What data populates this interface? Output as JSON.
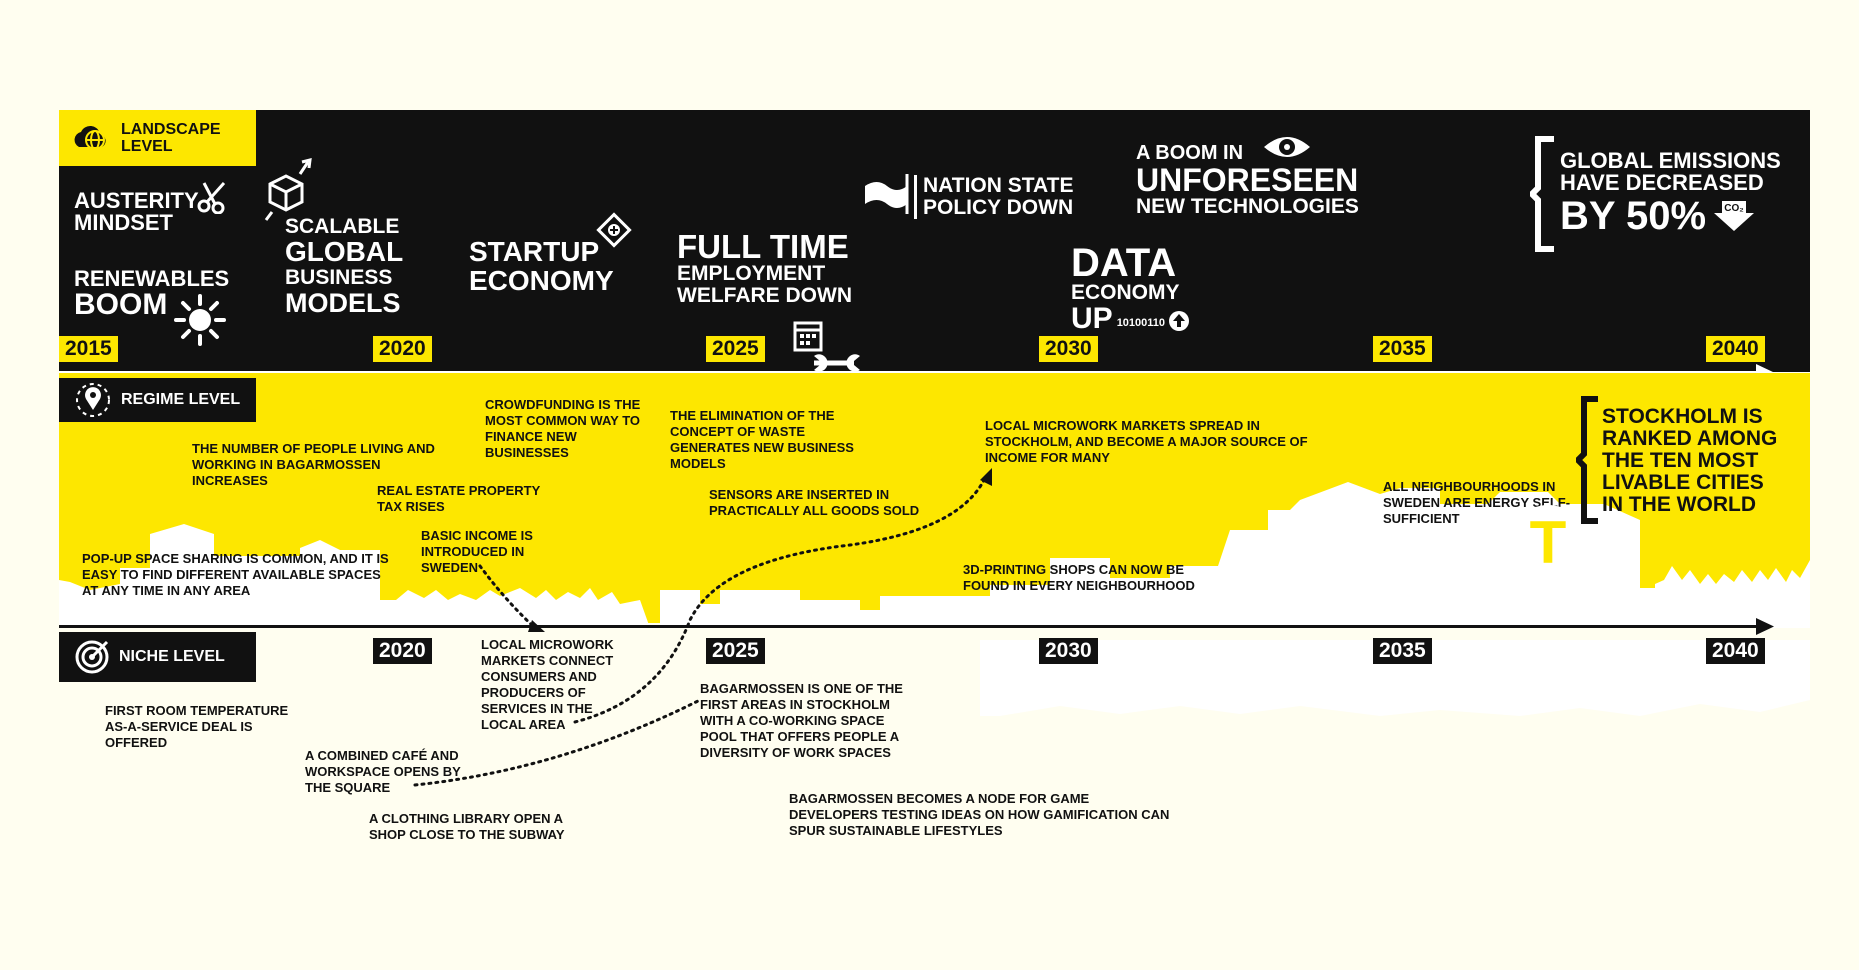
{
  "landscape": {
    "label_line1": "LANDSCAPE",
    "label_line2": "LEVEL",
    "events": {
      "austerity_l1": "AUSTERITY",
      "austerity_l2": "MINDSET",
      "renewables_l1": "RENEWABLES",
      "renewables_l2": "BOOM",
      "scalable_l1": "SCALABLE",
      "scalable_l2": "GLOBAL",
      "scalable_l3": "BUSINESS",
      "scalable_l4": "MODELS",
      "startup_l1": "STARTUP",
      "startup_l2": "ECONOMY",
      "fulltime_l1": "FULL TIME",
      "fulltime_l2": "EMPLOYMENT",
      "fulltime_l3": "WELFARE DOWN",
      "nation_l1": "NATION STATE",
      "nation_l2": "POLICY DOWN",
      "boom_l1": "A BOOM IN",
      "boom_l2": "UNFORESEEN",
      "boom_l3": "NEW TECHNOLOGIES",
      "data_l1": "DATA",
      "data_l2": "ECONOMY",
      "data_l3": "UP",
      "data_binary": "10100110",
      "emissions_l1": "GLOBAL EMISSIONS",
      "emissions_l2": "HAVE DECREASED",
      "emissions_l3": "BY 50%",
      "co2": "CO₂"
    },
    "years": [
      "2015",
      "2020",
      "2025",
      "2030",
      "2035",
      "2040"
    ]
  },
  "regime": {
    "label": "REGIME LEVEL",
    "events": {
      "popup": "POP-UP SPACE SHARING IS COMMON, AND IT IS EASY TO FIND DIFFERENT AVAILABLE SPACES AT ANY TIME IN ANY AREA",
      "people": "THE NUMBER OF PEOPLE LIVING AND WORKING IN BAGARMOSSEN INCREASES",
      "realestate": "REAL ESTATE PROPERTY TAX RISES",
      "basicincome": "BASIC INCOME IS INTRODUCED IN SWEDEN",
      "crowdfunding": "CROWDFUNDING IS THE MOST COMMON WAY TO FINANCE NEW BUSINESSES",
      "waste": "THE ELIMINATION OF THE CONCEPT OF WASTE GENERATES NEW BUSINESS MODELS",
      "sensors": "SENSORS ARE INSERTED IN PRACTICALLY ALL GOODS SOLD",
      "microwork": "LOCAL MICROWORK MARKETS SPREAD IN STOCKHOLM, AND BECOME A MAJOR SOURCE OF INCOME FOR MANY",
      "printing": "3D-PRINTING SHOPS CAN NOW BE FOUND IN EVERY NEIGHBOURHOOD",
      "neighbourhoods": "ALL NEIGHBOURHOODS IN SWEDEN ARE ENERGY SELF-SUFFICIENT",
      "stockholm_l1": "STOCKHOLM IS",
      "stockholm_l2": "RANKED AMONG",
      "stockholm_l3": "THE TEN MOST",
      "stockholm_l4": "LIVABLE CITIES",
      "stockholm_l5": "IN THE WORLD",
      "subway_sign": "T"
    }
  },
  "niche": {
    "label": "NICHE LEVEL",
    "years": [
      "2020",
      "2025",
      "2030",
      "2035",
      "2040"
    ],
    "events": {
      "roomtemp": "FIRST ROOM TEMPERATURE AS-A-SERVICE DEAL IS OFFERED",
      "microwork": "LOCAL MICROWORK MARKETS CONNECT CONSUMERS AND PRODUCERS OF SERVICES IN THE LOCAL AREA",
      "cafe": "A COMBINED CAFÉ AND WORKSPACE OPENS BY THE SQUARE",
      "clothing": "A CLOTHING LIBRARY OPEN A SHOP CLOSE TO THE SUBWAY",
      "coworking": "BAGARMOSSEN IS ONE OF THE FIRST AREAS IN STOCKHOLM WITH A CO-WORKING SPACE POOL THAT OFFERS PEOPLE A DIVERSITY OF WORK SPACES",
      "game": "BAGARMOSSEN BECOMES A NODE FOR GAME DEVELOPERS TESTING IDEAS ON HOW GAMIFICATION CAN SPUR SUSTAINABLE LIFESTYLES"
    }
  },
  "colors": {
    "black": "#111111",
    "yellow": "#fde700",
    "cream": "#fffef0",
    "white": "#ffffff"
  }
}
